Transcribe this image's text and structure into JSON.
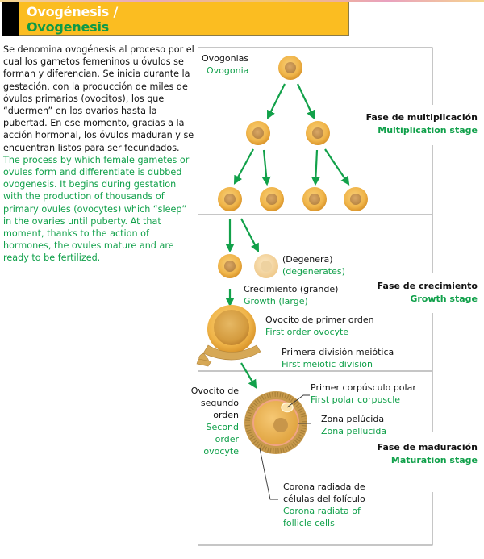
{
  "header": {
    "title_es": "Ovogénesis /",
    "title_en": "Ovogenesis"
  },
  "intro": {
    "es": "Se denomina ovogénesis al proceso por el cual los gametos femeninos u óvulos se forman y diferencian. Se inicia durante la gestación, con la producción de miles de óvulos primarios (ovocitos), los que “duermen” en los ovarios hasta la pubertad.  En ese momento, gracias a la acción hormonal, los óvulos maduran y se encuentran listos para ser fecundados.",
    "en": "The process by which female gametes or ovules form and differentiate is dubbed ovogenesis. It begins during gestation with the production of thousands of primary ovules (ovocytes) which “sleep” in the ovaries until puberty. At that moment, thanks to the action of hormones, the ovules mature and are ready to be fertilized."
  },
  "labels": {
    "ovogonia_es": "Ovogonias",
    "ovogonia_en": "Ovogonia",
    "degenera_es": "(Degenera)",
    "degenera_en": "(degenerates)",
    "growth_es": "Crecimiento (grande)",
    "growth_en": "Growth (large)",
    "first_ovocyte_es": "Ovocito de primer orden",
    "first_ovocyte_en": "First order ovocyte",
    "meiotic_es": "Primera división meiótica",
    "meiotic_en": "First meiotic division",
    "second_ovocyte_es_1": "Ovocito de",
    "second_ovocyte_es_2": "segundo",
    "second_ovocyte_es_3": "orden",
    "second_ovocyte_en_1": "Second",
    "second_ovocyte_en_2": "order",
    "second_ovocyte_en_3": "ovocyte",
    "polar_es": "Primer corpúsculo polar",
    "polar_en": "First polar corpuscle",
    "zona_es": "Zona pelúcida",
    "zona_en": "Zona pellucida",
    "corona_es_1": "Corona radiada de",
    "corona_es_2": "células del folículo",
    "corona_en_1": "Corona radiata of",
    "corona_en_2": "follicle cells"
  },
  "stages": [
    {
      "es": "Fase de multiplicación",
      "en": "Multiplication stage"
    },
    {
      "es": "Fase de crecimiento",
      "en": "Growth stage"
    },
    {
      "es": "Fase de maduración",
      "en": "Maturation stage"
    }
  ],
  "colors": {
    "header_bg": "#fbbd21",
    "english_text": "#10a04a",
    "arrow": "#12a14a",
    "cell": "#f0b54a"
  }
}
